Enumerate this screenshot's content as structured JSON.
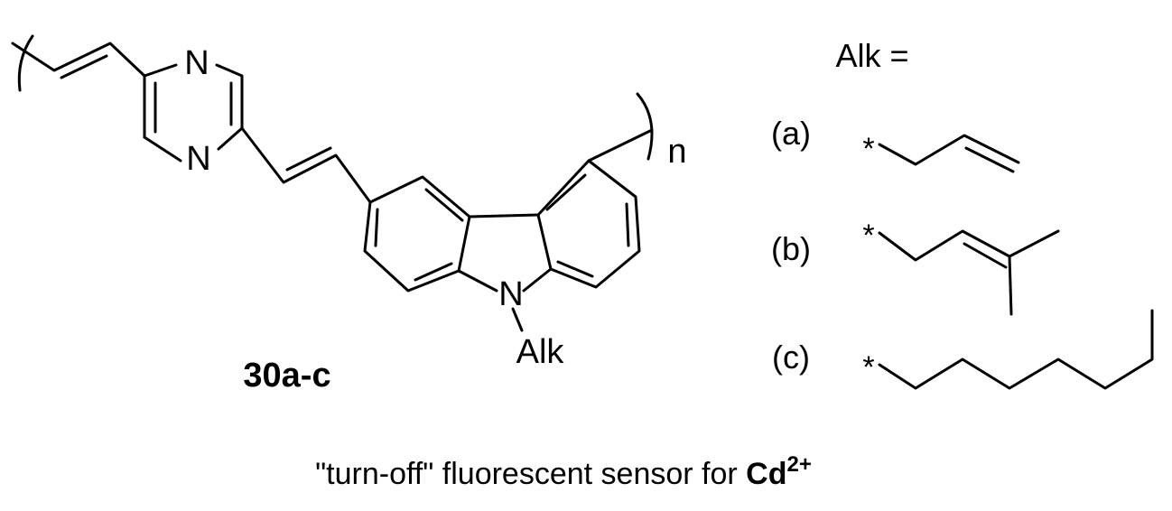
{
  "molecule": {
    "nitrogen_label": "N",
    "substituent_label": "Alk",
    "repeat_subscript": "n",
    "compound_label": "30a-c"
  },
  "legend": {
    "header": "Alk =",
    "wildcard": "*",
    "options": [
      {
        "key": "(a)"
      },
      {
        "key": "(b)"
      },
      {
        "key": "(c)"
      }
    ]
  },
  "caption": {
    "text": "\"turn-off\" fluorescent sensor for ",
    "ion": "Cd",
    "charge": "2+"
  }
}
